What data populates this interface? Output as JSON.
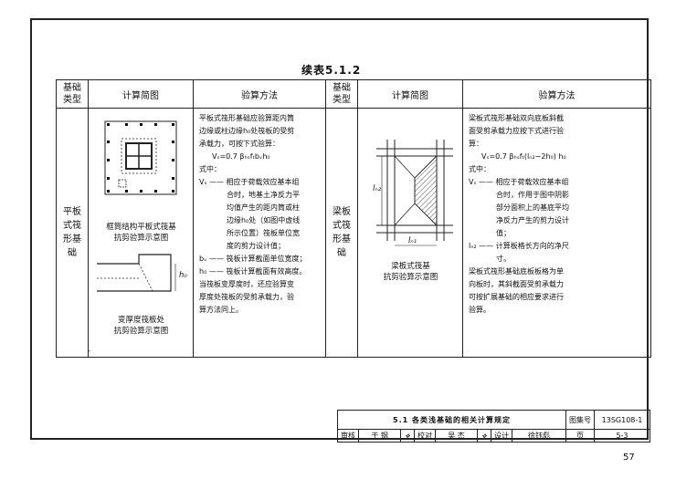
{
  "caption": "续表5.1.2",
  "headers": {
    "type_left": "基础\n类型",
    "diagram_left": "计算简图",
    "method_left": "验算方法",
    "type_right": "基础\n类型",
    "diagram_right": "计算简图",
    "method_right": "验算方法"
  },
  "left": {
    "type": "平板\n式筏\n形基\n础",
    "fig1_caption": "框筒结构平板式筏基\n抗剪验算示意图",
    "fig2_caption": "变厚度筏板处\n抗剪验算示意图",
    "fig2_dim": "h₀",
    "lines": [
      "平板式筏形基础应验算距内筒",
      "边缘或柱边缘h₀处筏板的受剪",
      "承载力，可按下式验算：",
      "Vₛ=0.7 βₕₛfₜbᵥh₀",
      "式中：",
      "Vₛ —— 相应于荷载效应基本组",
      "合时，地基土净反力平",
      "均值产生的距内筒或柱",
      "边缘h₀处（如图中虚线",
      "所示位置）筏板单位宽",
      "度的剪力设计值；",
      "bᵥ —— 筏板计算截面单位宽度；",
      "h₀ —— 筏板计算截面有效高度。",
      "当筏板变厚度时，还应验算变",
      "厚度处筏板的受剪承载力，验",
      "算方法同上。"
    ]
  },
  "right": {
    "type": "梁板\n式筏\n形基\n础",
    "fig_caption": "梁板式筏基\n抗剪验算示意图",
    "dim_ln2": "lₙ₂",
    "dim_ln1": "lₙ₁",
    "lines": [
      "梁板式筏形基础双向底板斜截",
      "面受剪承载力应按下式进行验",
      "算：",
      "Vₛ=0.7 βₕₛfₜ(lₙ₂−2h₀) h₀",
      "式中：",
      "Vₛ —— 相应于荷载效应基本组",
      "合时，作用于图中阴影",
      "部分面积上的基底平均",
      "净反力产生的剪力设计",
      "值；",
      "lₙ₂ —— 计算板格长方向的净尺",
      "寸。",
      "梁板式筏形基础底板板格为单",
      "向板时，其斜截面受剪承载力",
      "可按扩展基础的相应要求进行",
      "验算。"
    ]
  },
  "titleblock": {
    "title": "5.1 各类浅基础的相关计算规定",
    "atlas_label": "图集号",
    "atlas_no": "13SG108-1",
    "review_label": "审核",
    "review_name": "于 钢",
    "check_label": "校对",
    "check_name": "吴 杰",
    "design_label": "设计",
    "design_name": "徐钰彪",
    "page_label": "页",
    "page_value": "5-3"
  },
  "page_number": "57"
}
